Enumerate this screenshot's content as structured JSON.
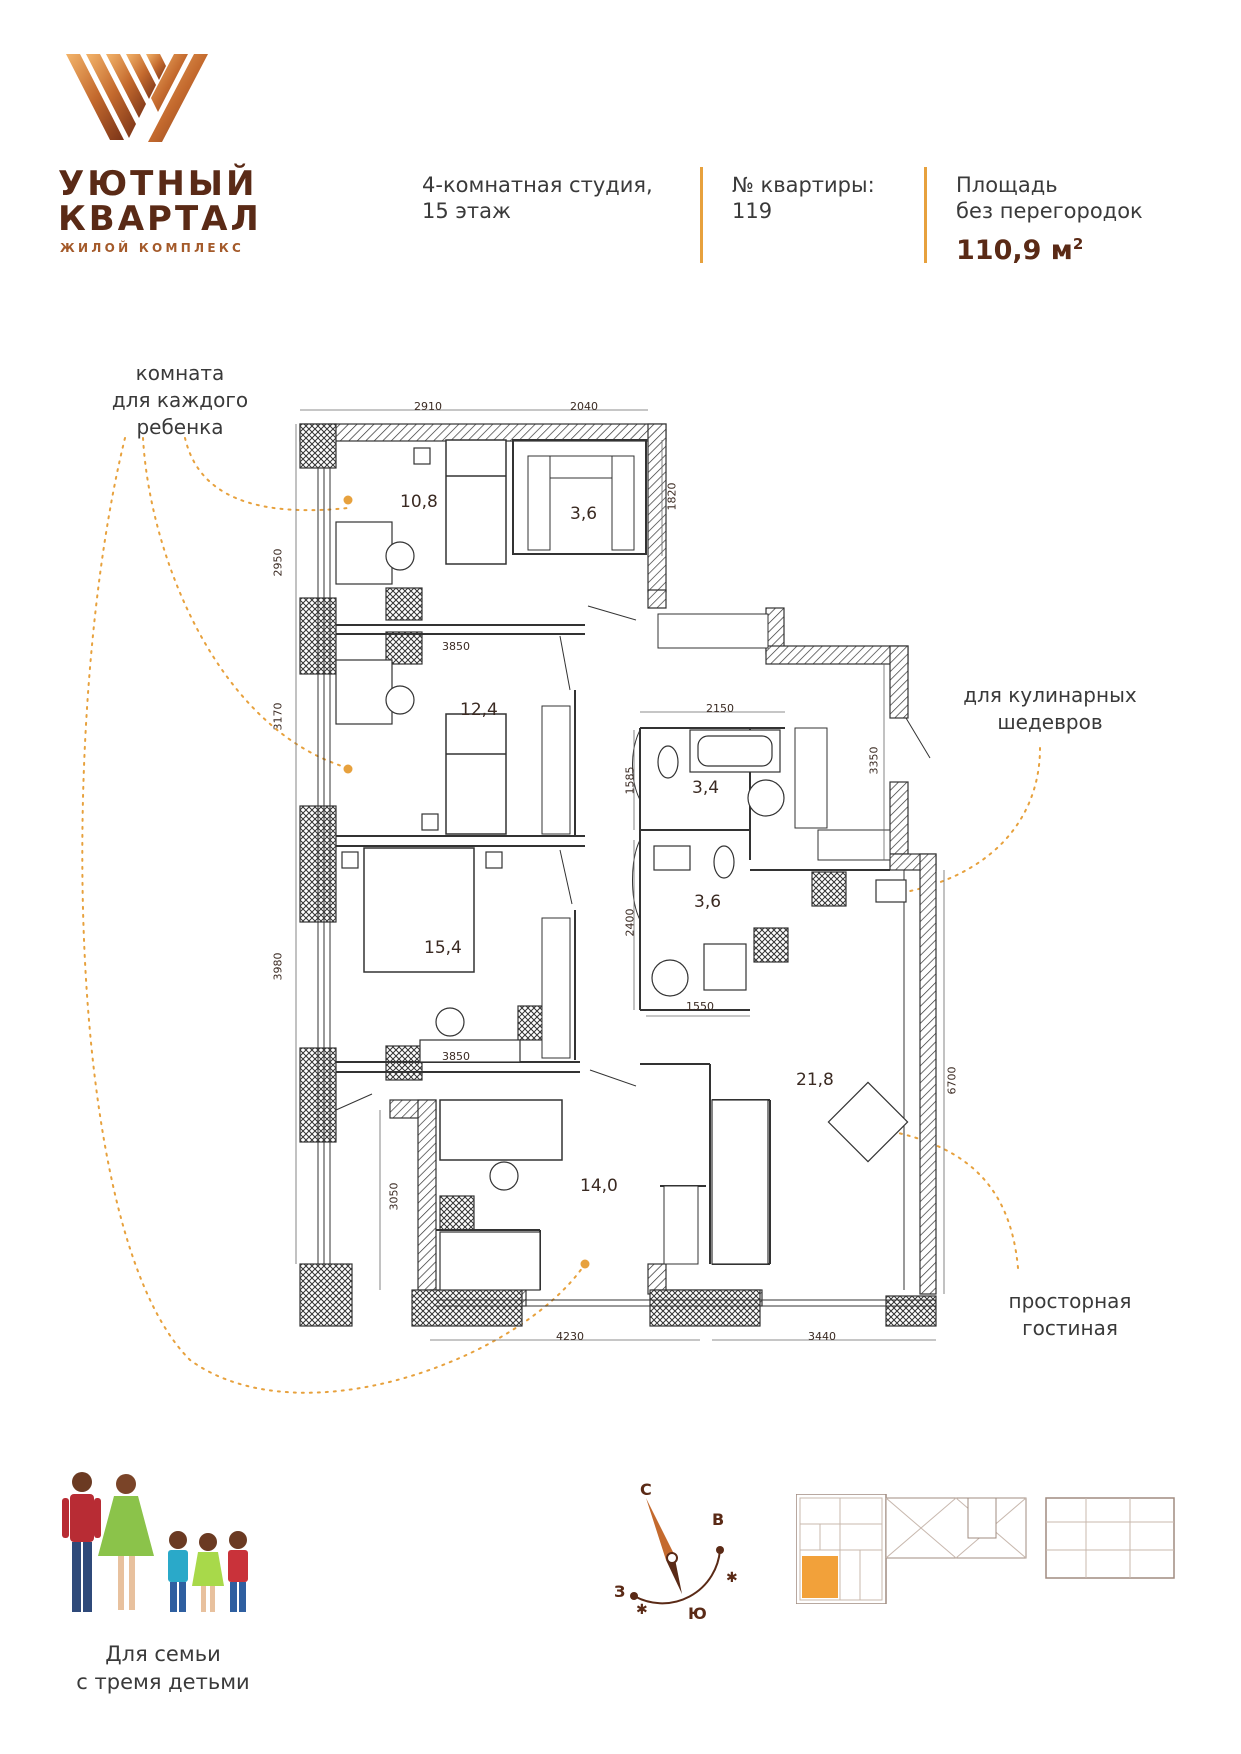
{
  "brand": {
    "line1": "УЮТНЫЙ",
    "line2": "КВАРТАЛ",
    "line3": "ЖИЛОЙ КОМПЛЕКС"
  },
  "header": {
    "type_line1": "4-комнатная студия,",
    "type_line2": "15 этаж",
    "number_label": "№ квартиры:",
    "number_value": "119",
    "area_label1": "Площадь",
    "area_label2": "без перегородок",
    "area_value": "110,9 м",
    "area_unit_sup": "2"
  },
  "notes": {
    "children": [
      "комната",
      "для каждого",
      "ребенка"
    ],
    "kitchen": [
      "для кулинарных",
      "шедевров"
    ],
    "living": [
      "просторная",
      "гостиная"
    ],
    "family": [
      "Для семьи",
      "с тремя детьми"
    ]
  },
  "rooms": {
    "r1": "10,8",
    "r2": "3,6",
    "r3": "12,4",
    "r4": "3,4",
    "r5": "15,4",
    "r6": "3,6",
    "r7": "21,8",
    "r8": "14,0"
  },
  "dims": {
    "d_top1": "2910",
    "d_top2": "2040",
    "d_1820": "1820",
    "d_2950": "2950",
    "d_3850a": "3850",
    "d_3170": "3170",
    "d_2150": "2150",
    "d_1585": "1585",
    "d_3350": "3350",
    "d_2400": "2400",
    "d_1550": "1550",
    "d_3980": "3980",
    "d_3850b": "3850",
    "d_6700": "6700",
    "d_3050": "3050",
    "d_4230": "4230",
    "d_3440": "3440"
  },
  "compass": {
    "n": "С",
    "e": "В",
    "w": "З",
    "s": "Ю"
  },
  "colors": {
    "brand_brown": "#5a2a16",
    "accent_orange": "#e7a13d",
    "highlight_unit": "#f2a13a",
    "wall_hatch": "#333333"
  }
}
